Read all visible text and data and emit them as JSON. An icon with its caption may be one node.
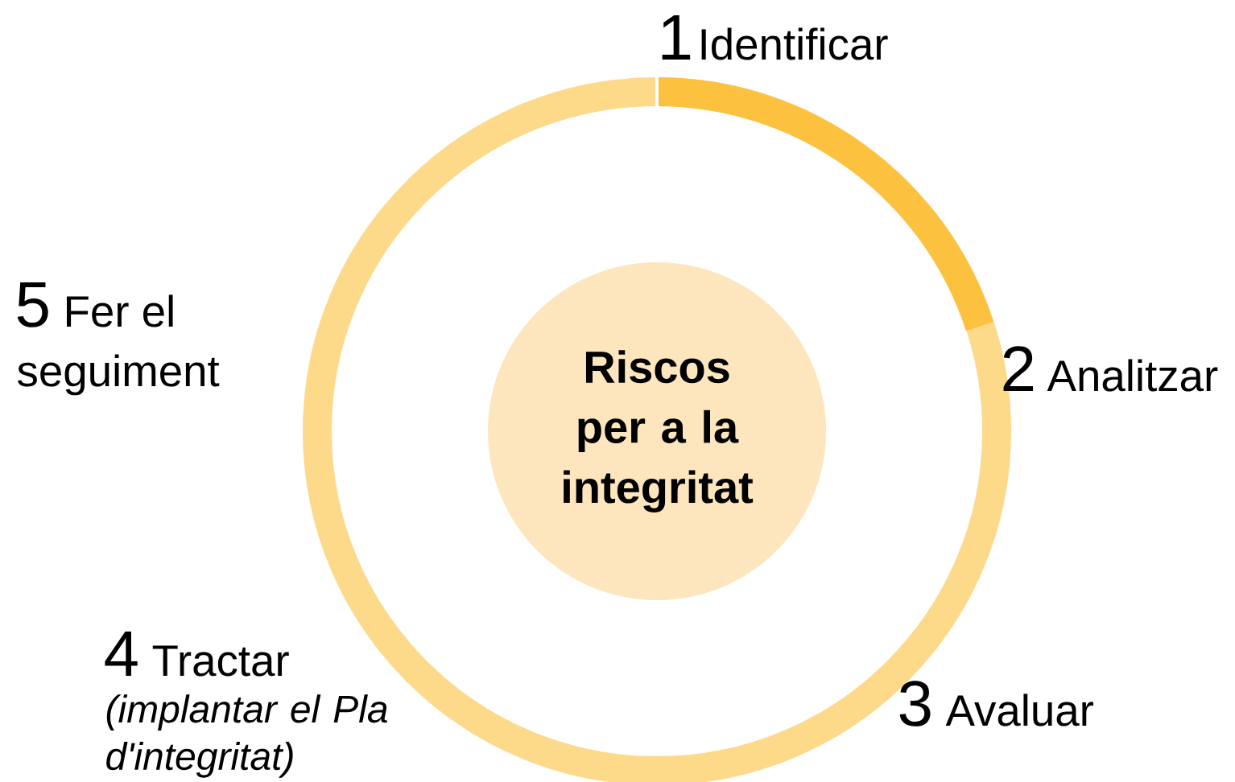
{
  "diagram": {
    "nodes": [
      {
        "text": [
          "Riscos per a la integritat"
        ]
      }
    ],
    "labels": [
      "1",
      "Identificar",
      "2",
      "Analitzar",
      "3",
      "Avaluar",
      "4",
      "Tractar",
      "(implantar el Pla d'integritat)",
      "5",
      "Fer el",
      "seguiment"
    ]
  }
}
